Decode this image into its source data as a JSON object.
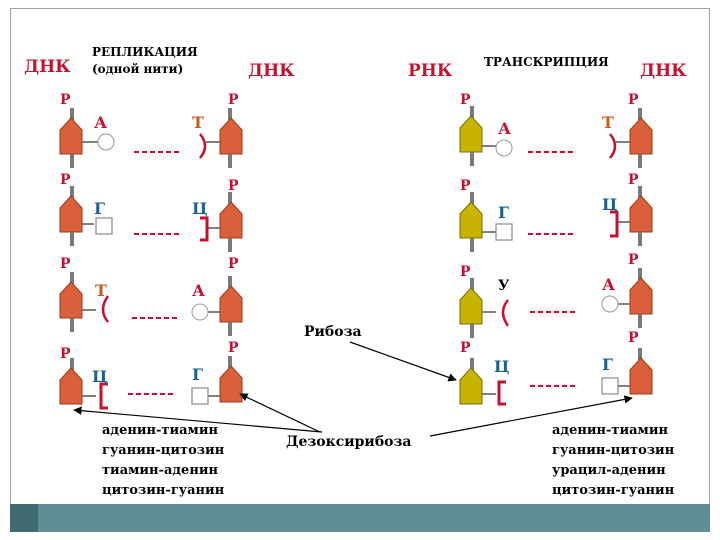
{
  "left": {
    "dna_left": "ДНК",
    "dna_right": "ДНК",
    "header_line1": "РЕПЛИКАЦИЯ",
    "header_line2": "(одной нити)",
    "p": "Р",
    "rows": [
      {
        "left_base": "А",
        "right_base": "Т"
      },
      {
        "left_base": "Г",
        "right_base": "Ц"
      },
      {
        "left_base": "Т",
        "right_base": "А"
      },
      {
        "left_base": "Ц",
        "right_base": "Г"
      }
    ],
    "pairs": [
      "аденин-тиамин",
      "гуанин-цитозин",
      "тиамин-аденин",
      "цитозин-гуанин"
    ]
  },
  "right": {
    "rnk": "РНК",
    "dna": "ДНК",
    "header": "ТРАНСКРИПЦИЯ",
    "rows": [
      {
        "left_base": "А",
        "right_base": "Т"
      },
      {
        "left_base": "Г",
        "right_base": "Ц"
      },
      {
        "left_base": "У",
        "right_base": "А"
      },
      {
        "left_base": "Ц",
        "right_base": "Г"
      }
    ],
    "pairs": [
      "аденин-тиамин",
      "гуанин-цитозин",
      "урацил-аденин",
      "цитозин-гуанин"
    ]
  },
  "labels": {
    "ribose": "Рибоза",
    "deoxyribose": "Дезоксирибоза"
  },
  "colors": {
    "red": "#c8102e",
    "sugar_dna": "#d9603b",
    "sugar_rna": "#c8b400",
    "bar": "#5f8f95"
  }
}
